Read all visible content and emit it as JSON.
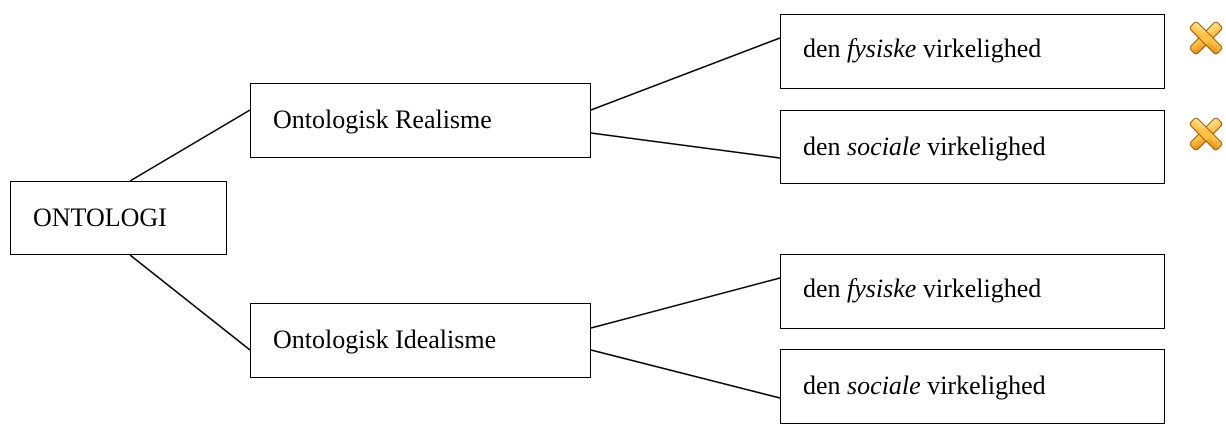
{
  "root": {
    "label": "ONTOLOGI"
  },
  "branches": [
    {
      "label": "Ontologisk Realisme",
      "leaves": [
        {
          "prefix": "den ",
          "emphasis": "fysiske",
          "suffix": " virkelighed",
          "marked": true
        },
        {
          "prefix": "den ",
          "emphasis": "sociale",
          "suffix": " virkelighed",
          "marked": true
        }
      ]
    },
    {
      "label": "Ontologisk Idealisme",
      "leaves": [
        {
          "prefix": "den ",
          "emphasis": "fysiske",
          "suffix": " virkelighed",
          "marked": false
        },
        {
          "prefix": "den ",
          "emphasis": "sociale",
          "suffix": " virkelighed",
          "marked": false
        }
      ]
    }
  ],
  "colors": {
    "line": "#000000",
    "mark_fill_light": "#ffd27a",
    "mark_fill_dark": "#e08a12",
    "mark_stroke": "#9a5a06"
  },
  "icons": {
    "mark": "x-mark-icon"
  }
}
